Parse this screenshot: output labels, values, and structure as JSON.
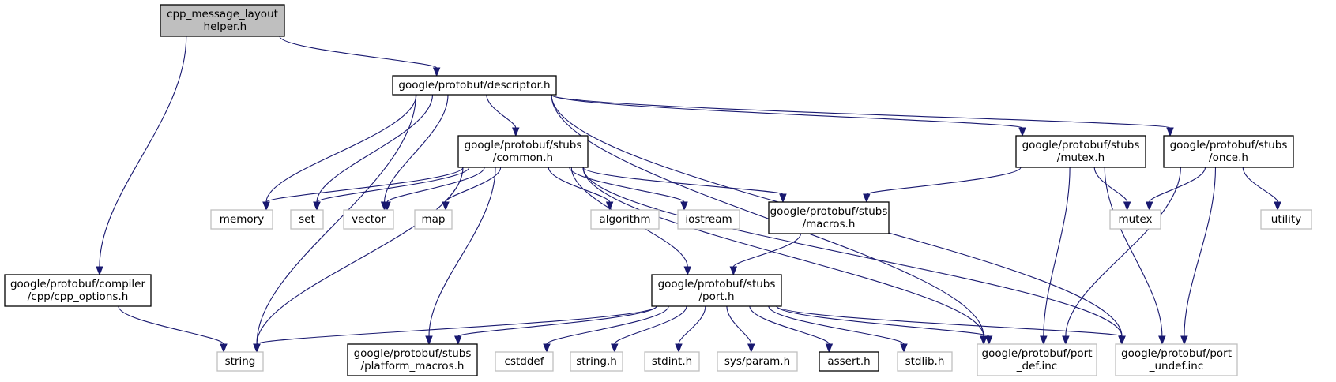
{
  "graph": {
    "colors": {
      "edge": "#191970",
      "root_fill": "#bfbfbf",
      "documented_border": "#000000",
      "external_border": "#bfbfbf",
      "text": "#000000"
    },
    "nodes": [
      {
        "id": "root",
        "lines": [
          "cpp_message_layout",
          "_helper.h"
        ],
        "kind": "root"
      },
      {
        "id": "descriptor",
        "lines": [
          "google/protobuf/descriptor.h"
        ],
        "kind": "documented"
      },
      {
        "id": "cpp_options",
        "lines": [
          "google/protobuf/compiler",
          "/cpp/cpp_options.h"
        ],
        "kind": "documented"
      },
      {
        "id": "common",
        "lines": [
          "google/protobuf/stubs",
          "/common.h"
        ],
        "kind": "documented"
      },
      {
        "id": "mutex",
        "lines": [
          "google/protobuf/stubs",
          "/mutex.h"
        ],
        "kind": "documented"
      },
      {
        "id": "once",
        "lines": [
          "google/protobuf/stubs",
          "/once.h"
        ],
        "kind": "documented"
      },
      {
        "id": "memory",
        "lines": [
          "memory"
        ],
        "kind": "external"
      },
      {
        "id": "set",
        "lines": [
          "set"
        ],
        "kind": "external"
      },
      {
        "id": "vector",
        "lines": [
          "vector"
        ],
        "kind": "external"
      },
      {
        "id": "map",
        "lines": [
          "map"
        ],
        "kind": "external"
      },
      {
        "id": "algorithm",
        "lines": [
          "algorithm"
        ],
        "kind": "external"
      },
      {
        "id": "iostream",
        "lines": [
          "iostream"
        ],
        "kind": "external"
      },
      {
        "id": "macros",
        "lines": [
          "google/protobuf/stubs",
          "/macros.h"
        ],
        "kind": "documented"
      },
      {
        "id": "mutex_std",
        "lines": [
          "mutex"
        ],
        "kind": "external"
      },
      {
        "id": "utility",
        "lines": [
          "utility"
        ],
        "kind": "external"
      },
      {
        "id": "port",
        "lines": [
          "google/protobuf/stubs",
          "/port.h"
        ],
        "kind": "documented"
      },
      {
        "id": "string",
        "lines": [
          "string"
        ],
        "kind": "external"
      },
      {
        "id": "platform_macros",
        "lines": [
          "google/protobuf/stubs",
          "/platform_macros.h"
        ],
        "kind": "documented"
      },
      {
        "id": "cstddef",
        "lines": [
          "cstddef"
        ],
        "kind": "external"
      },
      {
        "id": "string_h",
        "lines": [
          "string.h"
        ],
        "kind": "external"
      },
      {
        "id": "stdint",
        "lines": [
          "stdint.h"
        ],
        "kind": "external"
      },
      {
        "id": "param",
        "lines": [
          "sys/param.h"
        ],
        "kind": "external"
      },
      {
        "id": "assert",
        "lines": [
          "assert.h"
        ],
        "kind": "documented"
      },
      {
        "id": "stdlib",
        "lines": [
          "stdlib.h"
        ],
        "kind": "external"
      },
      {
        "id": "port_def",
        "lines": [
          "google/protobuf/port",
          "_def.inc"
        ],
        "kind": "external"
      },
      {
        "id": "port_undef",
        "lines": [
          "google/protobuf/port",
          "_undef.inc"
        ],
        "kind": "external"
      }
    ],
    "edges": [
      [
        "root",
        "descriptor"
      ],
      [
        "root",
        "cpp_options"
      ],
      [
        "cpp_options",
        "string"
      ],
      [
        "descriptor",
        "memory"
      ],
      [
        "descriptor",
        "set"
      ],
      [
        "descriptor",
        "vector"
      ],
      [
        "descriptor",
        "string"
      ],
      [
        "descriptor",
        "common"
      ],
      [
        "descriptor",
        "mutex"
      ],
      [
        "descriptor",
        "once"
      ],
      [
        "descriptor",
        "port_def"
      ],
      [
        "descriptor",
        "port_undef"
      ],
      [
        "common",
        "memory"
      ],
      [
        "common",
        "set"
      ],
      [
        "common",
        "vector"
      ],
      [
        "common",
        "map"
      ],
      [
        "common",
        "algorithm"
      ],
      [
        "common",
        "iostream"
      ],
      [
        "common",
        "macros"
      ],
      [
        "common",
        "port"
      ],
      [
        "common",
        "string"
      ],
      [
        "common",
        "platform_macros"
      ],
      [
        "common",
        "port_def"
      ],
      [
        "common",
        "port_undef"
      ],
      [
        "mutex",
        "macros"
      ],
      [
        "mutex",
        "mutex_std"
      ],
      [
        "mutex",
        "port_def"
      ],
      [
        "mutex",
        "port_undef"
      ],
      [
        "once",
        "mutex_std"
      ],
      [
        "once",
        "utility"
      ],
      [
        "once",
        "port_def"
      ],
      [
        "once",
        "port_undef"
      ],
      [
        "macros",
        "port"
      ],
      [
        "port",
        "string"
      ],
      [
        "port",
        "platform_macros"
      ],
      [
        "port",
        "cstddef"
      ],
      [
        "port",
        "string_h"
      ],
      [
        "port",
        "stdint"
      ],
      [
        "port",
        "param"
      ],
      [
        "port",
        "assert"
      ],
      [
        "port",
        "stdlib"
      ],
      [
        "port",
        "port_def"
      ],
      [
        "port",
        "port_undef"
      ]
    ]
  }
}
